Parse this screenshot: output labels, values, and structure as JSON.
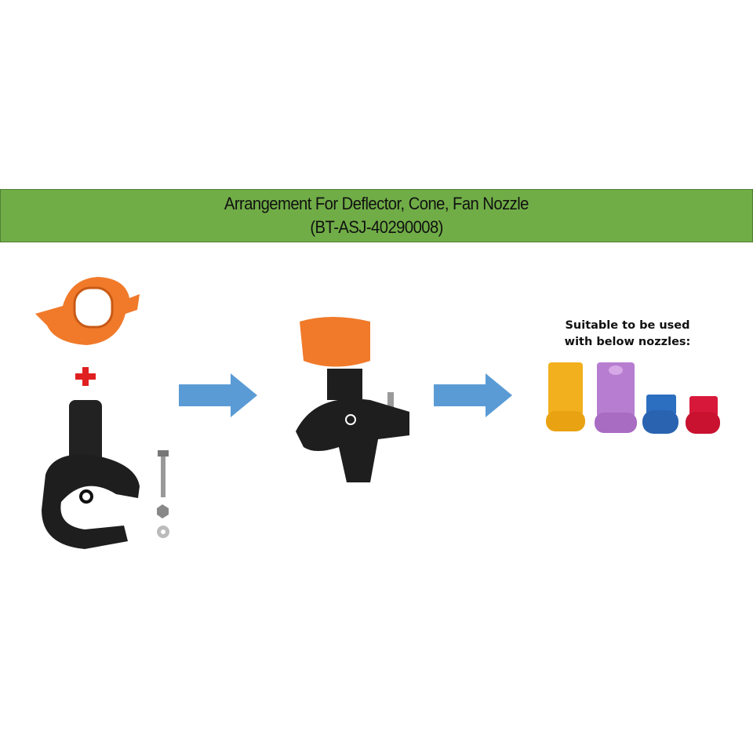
{
  "banner": {
    "title": "Arrangement For Deflector, Cone, Fan Nozzle",
    "code": "(BT-ASJ-40290008)"
  },
  "note": {
    "line1": "Suitable to be used",
    "line2": "with below nozzles:"
  },
  "colors": {
    "banner": "#70ad47",
    "arrow": "#5b9bd5",
    "cap": "#f07a2a",
    "plus": "#e02020",
    "body": "#1e1e1e",
    "nozzle_yellow": "#f2b01e",
    "nozzle_purple": "#b77dd0",
    "nozzle_blue": "#2c6fc0",
    "nozzle_red": "#d8183a"
  }
}
